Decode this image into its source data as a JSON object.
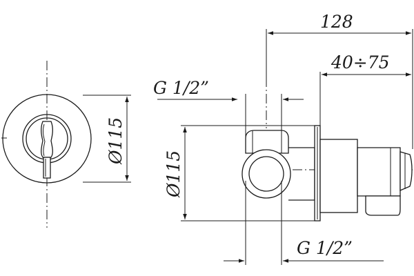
{
  "front_view": {
    "diameter_label": "Ø115"
  },
  "side_view": {
    "overall_length_label": "128",
    "adjustment_range_label": "40÷75",
    "inlet_thread_top_label": "G 1/2”",
    "inlet_thread_bottom_label": "G 1/2”",
    "diameter_label": "Ø115"
  }
}
